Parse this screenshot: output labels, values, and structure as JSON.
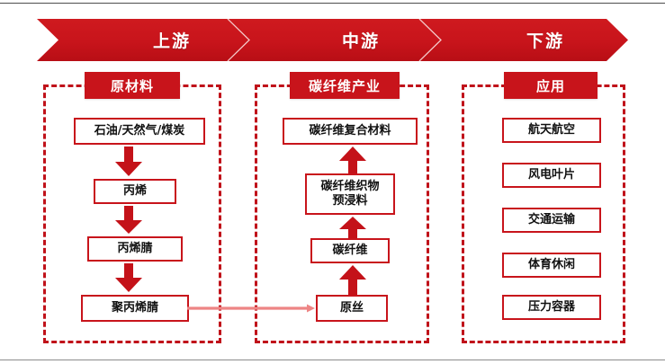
{
  "diagram": {
    "title_banner": {
      "segments": [
        {
          "label": "上游",
          "name": "upstream"
        },
        {
          "label": "中游",
          "name": "midstream"
        },
        {
          "label": "下游",
          "name": "downstream"
        }
      ]
    },
    "colors": {
      "brand_red": "#C8141B",
      "frame_red": "#C0121A",
      "arrow_red": "#C41219",
      "connector_pink": "#EE8585",
      "box_text": "#111111",
      "banner_text": "#FFFFFF",
      "hairline_gray": "#4D4D4D"
    },
    "sections": [
      {
        "name": "raw-materials",
        "header": "原材料",
        "flow_direction": "downward",
        "nodes": [
          {
            "label": "石油/天然气/煤炭",
            "name": "node-oil-gas-coal"
          },
          {
            "label": "丙烯",
            "name": "node-propylene"
          },
          {
            "label": "丙烯腈",
            "name": "node-acrylonitrile"
          },
          {
            "label": "聚丙烯腈",
            "name": "node-polyacrylonitrile"
          }
        ]
      },
      {
        "name": "carbon-fiber-industry",
        "header": "碳纤维产业",
        "flow_direction": "upward",
        "nodes": [
          {
            "label": "碳纤维复合材料",
            "name": "node-carbon-fiber-composite"
          },
          {
            "label": "碳纤维织物\n预浸料",
            "name": "node-fabric-prepreg"
          },
          {
            "label": "碳纤维",
            "name": "node-carbon-fiber"
          },
          {
            "label": "原丝",
            "name": "node-precursor-fiber"
          }
        ]
      },
      {
        "name": "applications",
        "header": "应用",
        "flow_direction": "none",
        "nodes": [
          {
            "label": "航天航空",
            "name": "node-aerospace"
          },
          {
            "label": "风电叶片",
            "name": "node-wind-blade"
          },
          {
            "label": "交通运输",
            "name": "node-transportation"
          },
          {
            "label": "体育休闲",
            "name": "node-sports-leisure"
          },
          {
            "label": "压力容器",
            "name": "node-pressure-vessel"
          }
        ]
      }
    ],
    "cross_link": {
      "name": "polyacrylonitrile-to-precursor-link",
      "from": "聚丙烯腈",
      "to": "原丝",
      "direction": "right"
    }
  }
}
